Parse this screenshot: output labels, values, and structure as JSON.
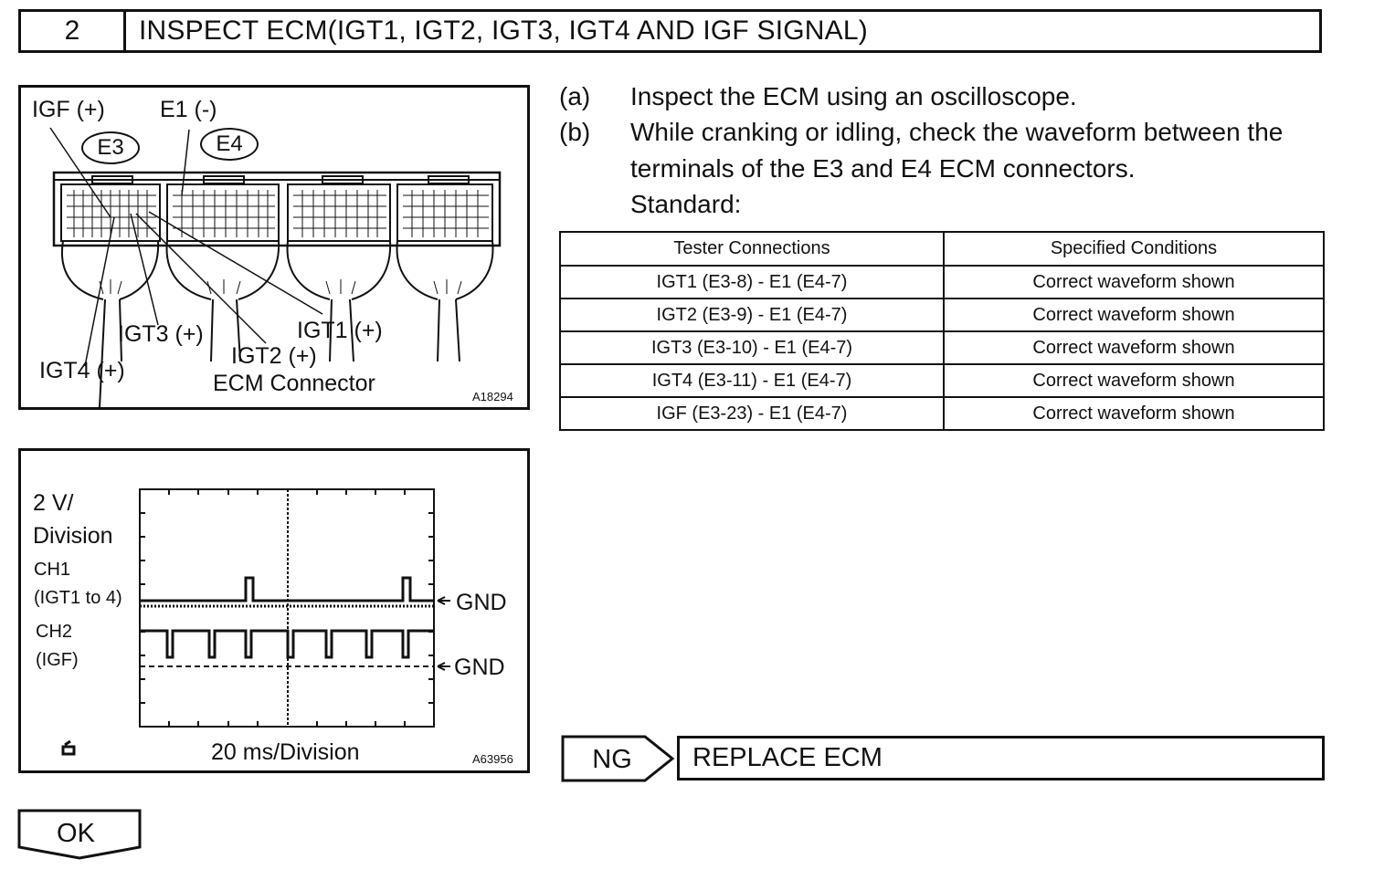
{
  "step": {
    "number": "2",
    "title": "INSPECT ECM(IGT1, IGT2, IGT3, IGT4 AND IGF SIGNAL)"
  },
  "connector_figure": {
    "labels": {
      "igf": "IGF (+)",
      "e1": "E1 (-)",
      "e3": "E3",
      "e4": "E4",
      "igt3": "IGT3 (+)",
      "igt1": "IGT1 (+)",
      "igt2": "IGT2 (+)",
      "igt4": "IGT4 (+)",
      "caption": "ECM Connector",
      "code": "A18294"
    }
  },
  "scope_figure": {
    "labels": {
      "volt_line1": "2 V/",
      "volt_line2": "Division",
      "ch1": "CH1",
      "ch1_desc": "(IGT1 to 4)",
      "ch2": "CH2",
      "ch2_desc": "(IGF)",
      "gnd1": "GND",
      "gnd2": "GND",
      "time": "20 ms/Division",
      "code": "A63956"
    }
  },
  "instructions": [
    {
      "marker": "(a)",
      "text": "Inspect the ECM using an oscilloscope."
    },
    {
      "marker": "(b)",
      "text": "While cranking or idling, check the waveform between the"
    },
    {
      "marker": "",
      "text": "terminals of the E3 and E4 ECM connectors."
    },
    {
      "marker": "",
      "text": "Standard:"
    }
  ],
  "spec_table": {
    "headers": [
      "Tester Connections",
      "Specified Conditions"
    ],
    "rows": [
      [
        "IGT1 (E3-8) - E1 (E4-7)",
        "Correct waveform shown"
      ],
      [
        "IGT2 (E3-9) - E1 (E4-7)",
        "Correct waveform shown"
      ],
      [
        "IGT3 (E3-10) - E1 (E4-7)",
        "Correct waveform shown"
      ],
      [
        "IGT4 (E3-11) - E1 (E4-7)",
        "Correct waveform shown"
      ],
      [
        "IGF (E3-23) - E1 (E4-7)",
        "Correct waveform shown"
      ]
    ]
  },
  "ng": {
    "label": "NG",
    "action": "REPLACE ECM"
  },
  "ok": {
    "label": "OK"
  }
}
